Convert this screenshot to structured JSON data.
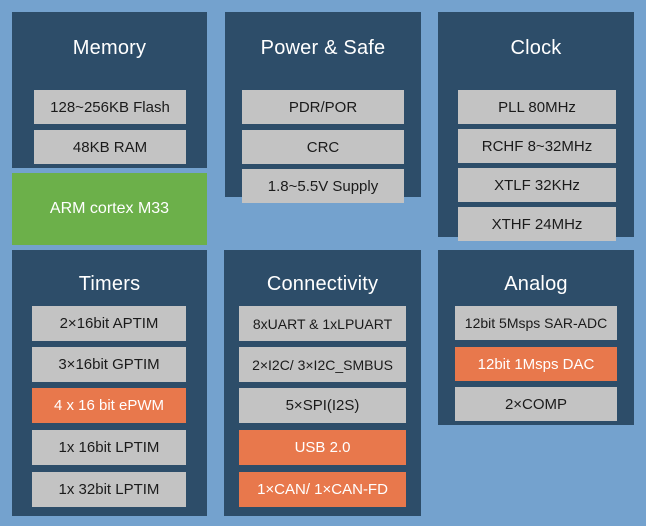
{
  "colors": {
    "background": "#74a2ce",
    "panel": "#2d4d69",
    "item": "#c3c3c3",
    "highlight": "#e8784c",
    "accent_green": "#6cb04a",
    "title_text": "#ffffff",
    "item_text": "#1b1b1b"
  },
  "panels": [
    {
      "id": "memory",
      "title": "Memory",
      "items": [
        {
          "label": "128~256KB Flash",
          "highlighted": false
        },
        {
          "label": "48KB RAM",
          "highlighted": false
        }
      ]
    },
    {
      "id": "power-safe",
      "title": "Power & Safe",
      "items": [
        {
          "label": "PDR/POR",
          "highlighted": false
        },
        {
          "label": "CRC",
          "highlighted": false
        },
        {
          "label": "1.8~5.5V Supply",
          "highlighted": false
        }
      ]
    },
    {
      "id": "clock",
      "title": "Clock",
      "items": [
        {
          "label": "PLL 80MHz",
          "highlighted": false
        },
        {
          "label": "RCHF 8~32MHz",
          "highlighted": false
        },
        {
          "label": "XTLF 32KHz",
          "highlighted": false
        },
        {
          "label": "XTHF 24MHz",
          "highlighted": false
        }
      ]
    },
    {
      "id": "timers",
      "title": "Timers",
      "items": [
        {
          "label": "2×16bit APTIM",
          "highlighted": false
        },
        {
          "label": "3×16bit GPTIM",
          "highlighted": false
        },
        {
          "label": "4 x 16 bit ePWM",
          "highlighted": true
        },
        {
          "label": "1x 16bit  LPTIM",
          "highlighted": false
        },
        {
          "label": "1x 32bit  LPTIM",
          "highlighted": false
        }
      ]
    },
    {
      "id": "connectivity",
      "title": "Connectivity",
      "items": [
        {
          "label": "8xUART & 1xLPUART",
          "highlighted": false
        },
        {
          "label": "2×I2C/ 3×I2C_SMBUS",
          "highlighted": false
        },
        {
          "label": "5×SPI(I2S)",
          "highlighted": false
        },
        {
          "label": "USB 2.0",
          "highlighted": true
        },
        {
          "label": "1×CAN/ 1×CAN-FD",
          "highlighted": true
        }
      ]
    },
    {
      "id": "analog",
      "title": "Analog",
      "items": [
        {
          "label": "12bit 5Msps SAR-ADC",
          "highlighted": false
        },
        {
          "label": "12bit 1Msps DAC",
          "highlighted": true
        },
        {
          "label": "2×COMP",
          "highlighted": false
        }
      ]
    }
  ],
  "core": {
    "label": "ARM cortex M33"
  }
}
